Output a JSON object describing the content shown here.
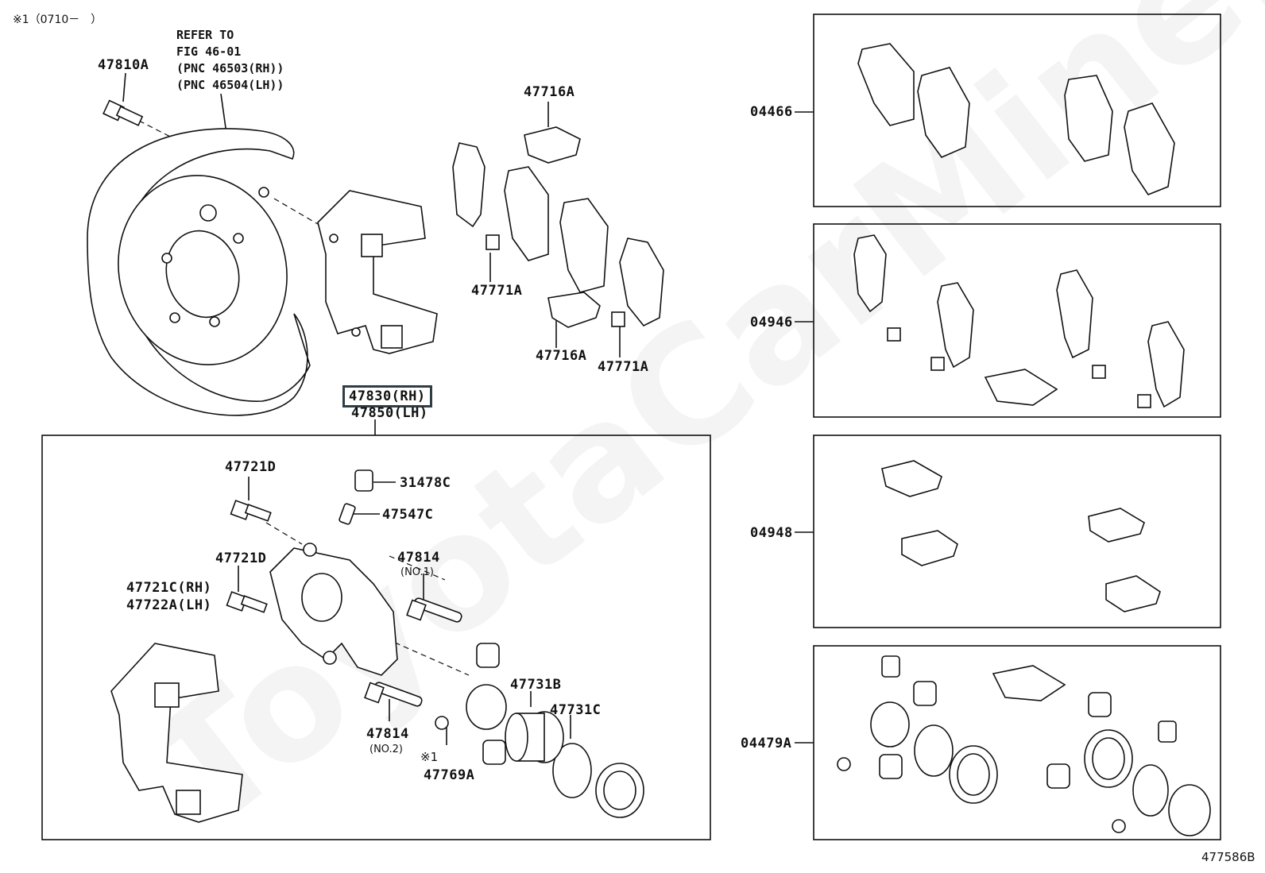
{
  "header": {
    "note_code": "※1（0710－　）",
    "refer_text": "REFER TO\nFIG 46-01\n(PNC 46503(RH))\n(PNC 46504(LH))",
    "figure_id": "477586B",
    "watermark": "ToyotaCarMine.ru"
  },
  "labels": {
    "p47810A": "47810A",
    "p47716A_top": "47716A",
    "p47771A_left": "47771A",
    "p47716A_bottom": "47716A",
    "p47771A_right": "47771A",
    "p47830RH": "47830(RH)",
    "p47850LH": "47850(LH)",
    "p47721D_top": "47721D",
    "p31478C": "31478C",
    "p47547C": "47547C",
    "p47721D_mid": "47721D",
    "p47814_no1": "47814",
    "p47814_no1_sub": "(NO.1)",
    "p47721C": "47721C(RH)",
    "p47722A": "47722A(LH)",
    "p47731B": "47731B",
    "p47731C": "47731C",
    "p47814_no2": "47814",
    "p47814_no2_sub": "(NO.2)",
    "note_mark": "※1",
    "p47769A": "47769A"
  },
  "kits": {
    "k04466": "04466",
    "k04946": "04946",
    "k04948": "04948",
    "k04479A": "04479A"
  },
  "colors": {
    "line": "#111111",
    "highlight_border": "#2f3e46",
    "background": "#ffffff"
  }
}
